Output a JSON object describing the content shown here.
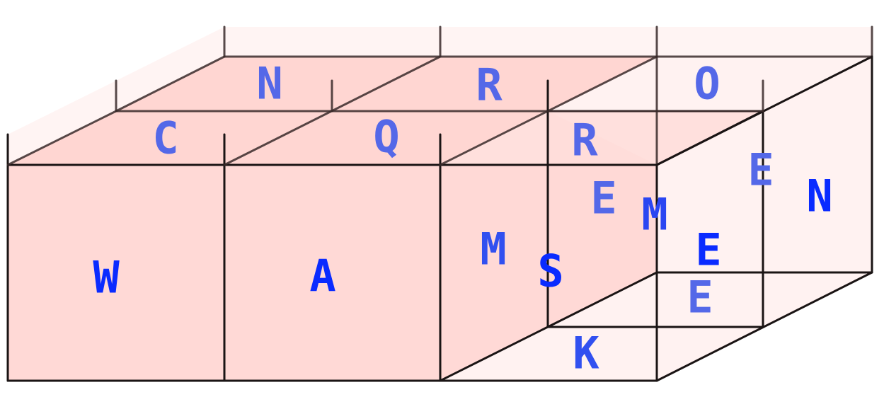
{
  "colors": {
    "front_face": "#ffd9d6",
    "top_face": "#ffd6d2",
    "side_face": "#fff2f1",
    "edge": "#1a1414",
    "letter_strong": "#0a2bff",
    "letter_faded": "#5468e8"
  },
  "letters": {
    "front_left": "W",
    "front_middle": "A",
    "front_right": "M",
    "top_front_left": "C",
    "top_front_middle": "Q",
    "top_front_right": "R",
    "top_back_left": "N",
    "top_back_middle": "R",
    "top_back_right": "O",
    "inner_face": "E",
    "inner_side": "M",
    "hidden_s": "S",
    "right_side_upper": "E",
    "right_side_lower": "N",
    "right_inner_front": "E",
    "bottom_inner": "E",
    "bottom_front": "K"
  }
}
